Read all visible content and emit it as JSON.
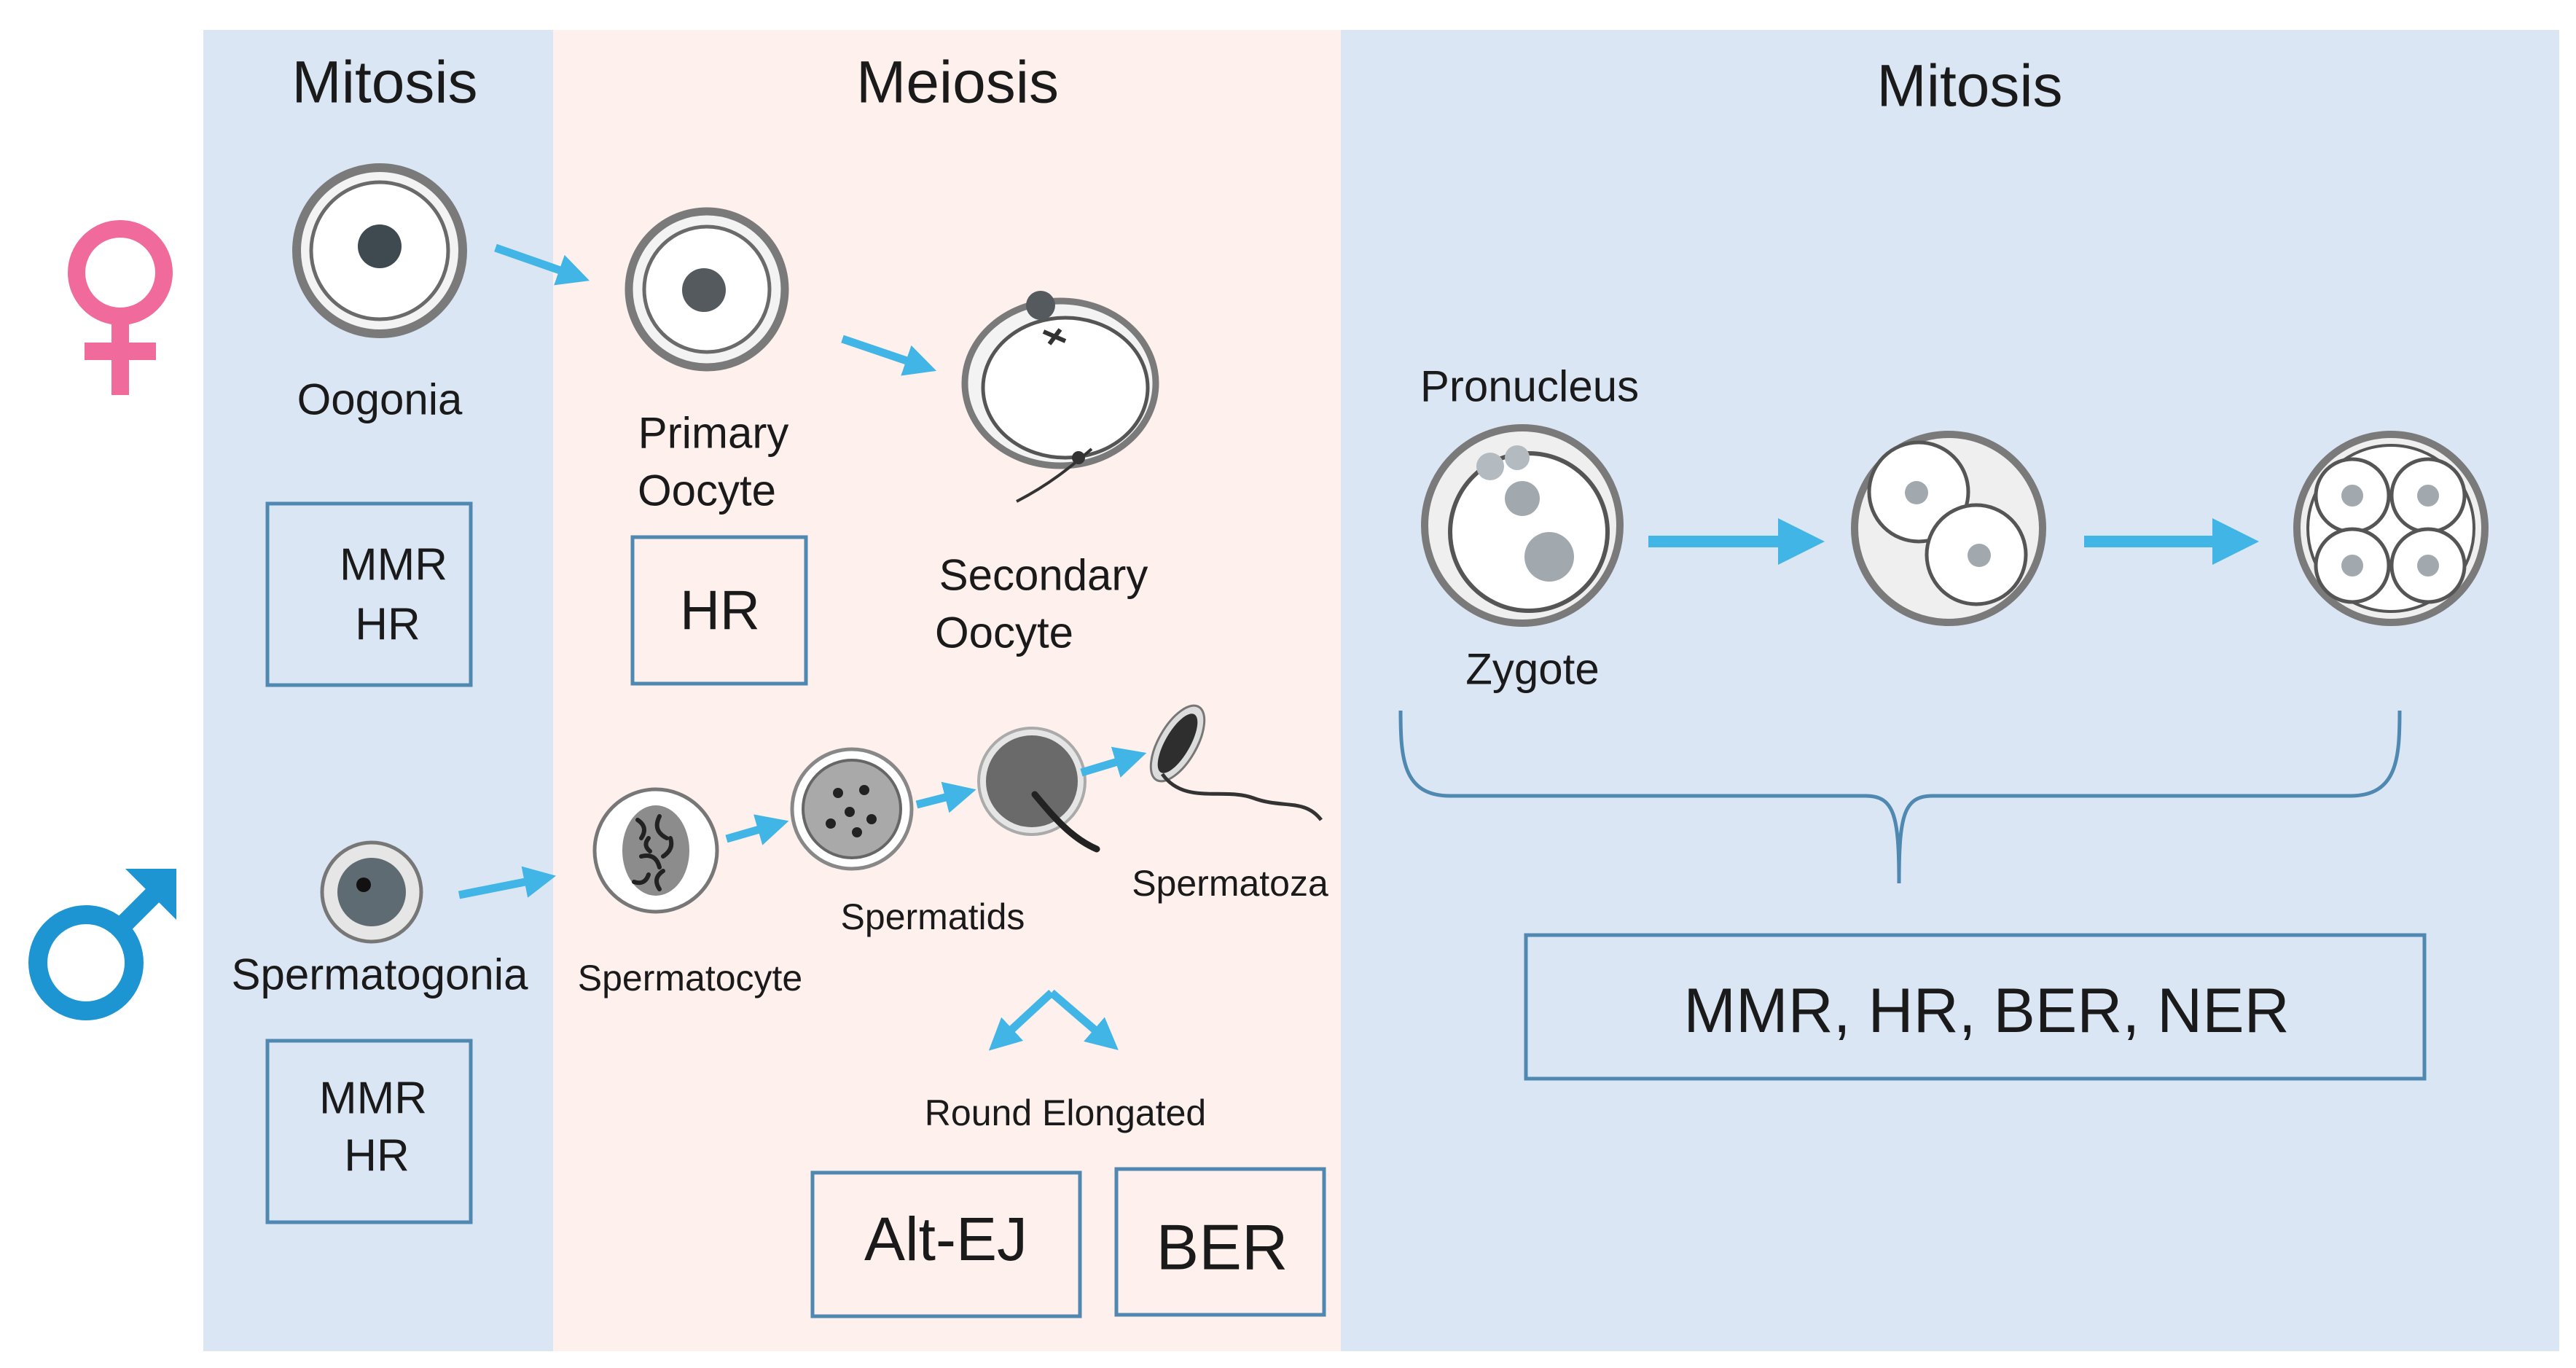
{
  "panels": {
    "left_title": "Mitosis",
    "middle_title": "Meiosis",
    "right_title": "Mitosis"
  },
  "female": {
    "oogonia": "Oogonia",
    "primary_line1": "Primary",
    "primary_line2": "Oocyte",
    "secondary_line1": "Secondary",
    "secondary_line2": "Oocyte",
    "mitosis_repair": [
      "MMR",
      "HR"
    ],
    "meiosis_repair": "HR"
  },
  "male": {
    "spermatogonia": "Spermatogonia",
    "spermatocyte": "Spermatocyte",
    "spermatids": "Spermatids",
    "spermatozoa": "Spermatoza",
    "round_elongated": "Round Elongated",
    "mitosis_repair": [
      "MMR",
      "HR"
    ],
    "round_repair": "Alt-EJ",
    "elongated_repair": "BER"
  },
  "embryo": {
    "pronucleus": "Pronucleus",
    "zygote": "Zygote",
    "repair": "MMR, HR, BER, NER"
  },
  "icons": {
    "female": "female-symbol-icon",
    "male": "male-symbol-icon"
  },
  "colors": {
    "mitosis_panel": "#dbe6f5",
    "meiosis_panel": "#fdf0ed",
    "arrow": "#41b5e6",
    "box_border": "#4f88b0",
    "female_symbol": "#f06b9b",
    "male_symbol": "#1d95d3",
    "text": "#1a1a1a"
  }
}
